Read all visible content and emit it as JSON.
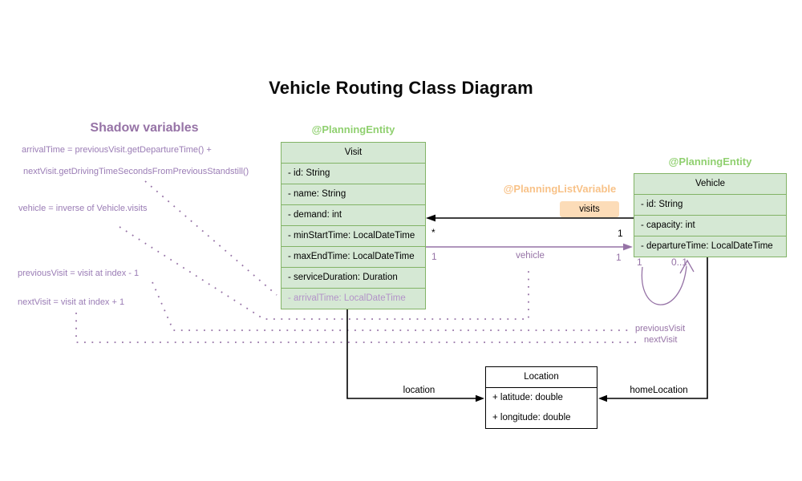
{
  "title": "Vehicle Routing Class Diagram",
  "annotations": {
    "planning_entity_visit": "@PlanningEntity",
    "planning_entity_vehicle": "@PlanningEntity",
    "planning_list_variable": "@PlanningListVariable"
  },
  "shadow_variables": {
    "title": "Shadow variables",
    "lines": [
      "arrivalTime = previousVisit.getDepartureTime() +",
      "nextVisit.getDrivingTimeSecondsFromPreviousStandstill()",
      "vehicle = inverse of Vehicle.visits",
      "previousVisit = visit at index - 1",
      "nextVisit = visit at index + 1"
    ]
  },
  "classes": {
    "visit": {
      "name": "Visit",
      "attributes": [
        "- id: String",
        "- name: String",
        "- demand: int",
        "- minStartTime: LocalDateTime",
        "- maxEndTime: LocalDateTime",
        "- serviceDuration: Duration"
      ],
      "shadow_attribute": "- arrivalTime: LocalDateTime"
    },
    "vehicle": {
      "name": "Vehicle",
      "attributes": [
        "- id: String",
        "- capacity: int",
        "- departureTime: LocalDateTime"
      ]
    },
    "location": {
      "name": "Location",
      "attributes": [
        "+ latitude: double",
        "+ longitude: double"
      ]
    }
  },
  "relations": {
    "visits": {
      "label": "visits",
      "mult_visit_end": "*",
      "mult_vehicle_end": "1"
    },
    "vehicle": {
      "label": "vehicle",
      "mult_visit_end": "1",
      "mult_vehicle_end": "1"
    },
    "chain": {
      "mult_prev": "1",
      "mult_next": "0..1",
      "label_prev": "previousVisit",
      "label_next": "nextVisit"
    },
    "location": {
      "label": "location"
    },
    "home_location": {
      "label": "homeLocation"
    }
  },
  "colors": {
    "green_border": "#82b366",
    "green_fill": "#d5e8d4",
    "green_text": "#90d070",
    "orange_text": "#f8c288",
    "orange_fill": "#fcdcb8",
    "purple": "#9673a6",
    "purple_text": "#9a7cb5",
    "purple_light": "#b292c8"
  }
}
